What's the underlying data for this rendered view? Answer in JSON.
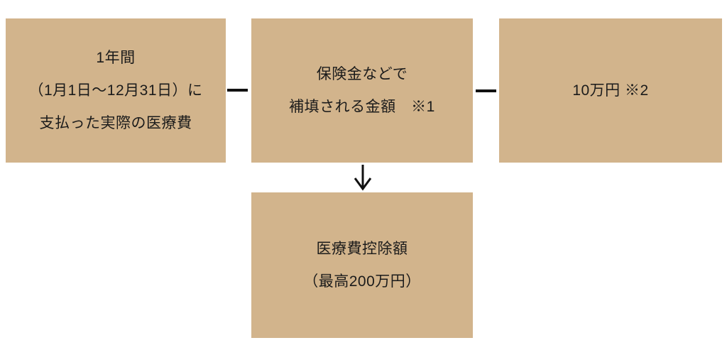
{
  "page": {
    "background_color": "#ffffff",
    "description": "医療費控除額の計算式の図"
  },
  "colors": {
    "box_fill": "#d2b48c",
    "text": "#1b1b1b",
    "operator": "#111111"
  },
  "diagram": {
    "boxes": [
      {
        "id": "actual-medical-expenses",
        "lines": [
          "1年間",
          "（1月1日～12月31日）に",
          "支払った実際の医療費"
        ]
      },
      {
        "id": "insurance-compensation",
        "lines": [
          "保険金などで",
          "補填される金額　※1"
        ]
      },
      {
        "id": "hundred-thousand-yen",
        "lines": [
          "10万円 ※2"
        ]
      },
      {
        "id": "deduction-result",
        "lines": [
          "医療費控除額",
          "（最高200万円）"
        ]
      }
    ],
    "operators": [
      {
        "symbol": "−",
        "between": [
          "actual-medical-expenses",
          "insurance-compensation"
        ]
      },
      {
        "symbol": "−",
        "between": [
          "insurance-compensation",
          "hundred-thousand-yen"
        ]
      }
    ],
    "arrow": {
      "symbol": "↓",
      "direction": "down",
      "from": "insurance-compensation",
      "to": "deduction-result"
    }
  }
}
